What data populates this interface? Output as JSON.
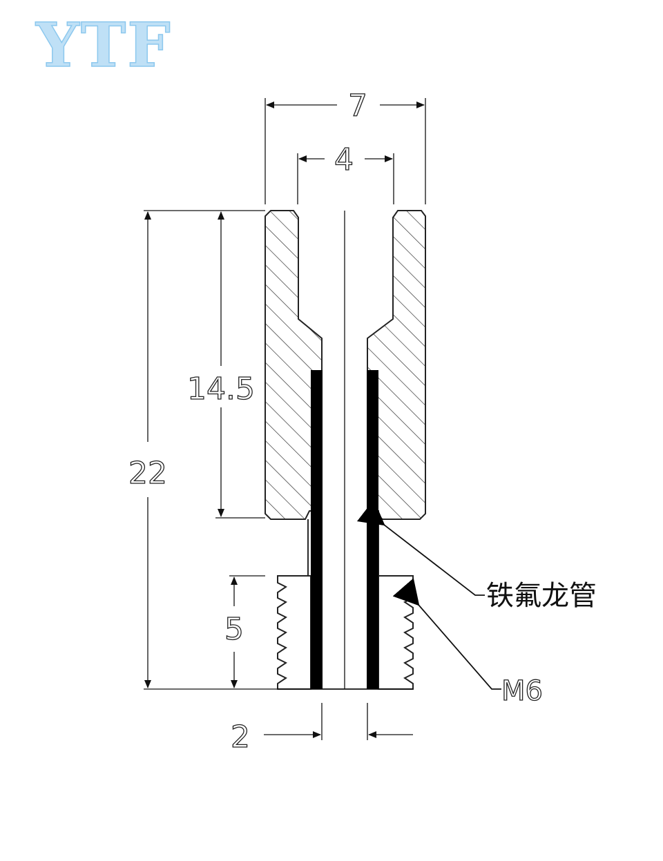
{
  "logo": {
    "text": "YTF"
  },
  "dimensions": {
    "outer_width": "7",
    "inner_width": "4",
    "upper_length": "14.5",
    "total_length": "22",
    "thread_length": "5",
    "tube_gap": "2"
  },
  "callouts": {
    "tube": "铁氟龙管",
    "thread": "M6"
  },
  "colors": {
    "logo": "#bfe0f6",
    "line": "#111111",
    "tube": "#000000"
  }
}
